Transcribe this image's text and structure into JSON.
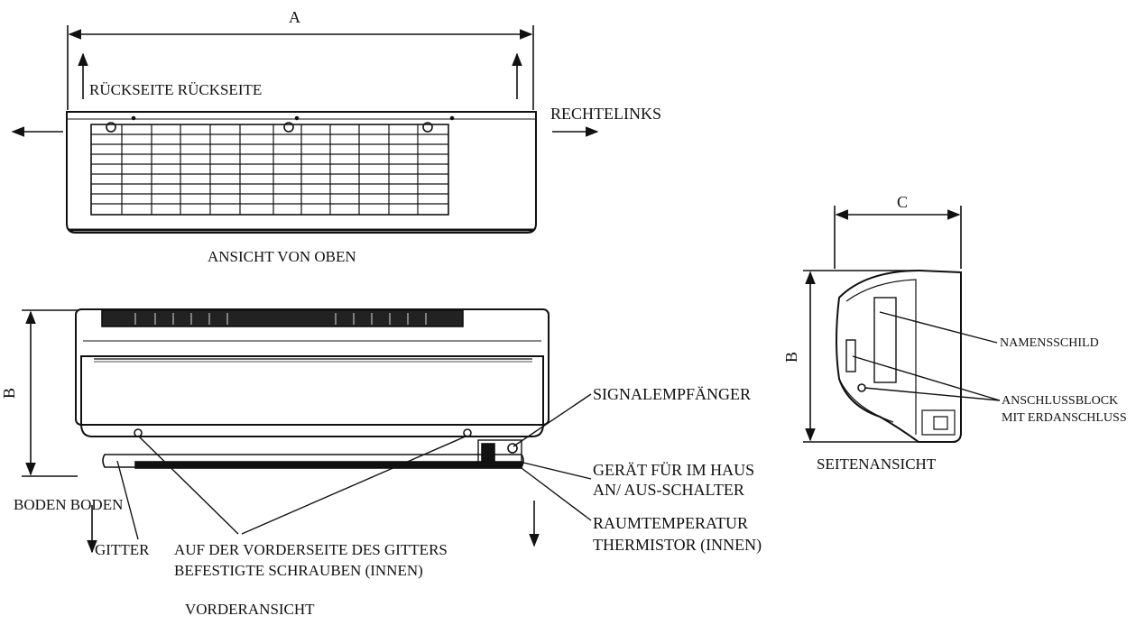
{
  "colors": {
    "line": "#111111",
    "background": "#ffffff"
  },
  "labels": {
    "dim_a": "A",
    "dim_b_front": "B",
    "dim_b_side": "B",
    "dim_c": "C",
    "rueckseite": "RÜCKSEITE RÜCKSEITE",
    "rechtelinks": "RECHTELINKS",
    "ansicht_von_oben": "ANSICHT VON OBEN",
    "signalempfaenger": "SIGNALEMPFÄNGER",
    "geraet_line1": "GERÄT FÜR IM HAUS",
    "geraet_line2": "AN/ AUS-SCHALTER",
    "boden": "BODEN BODEN",
    "raumtemp_line1": "RAUMTEMPERATUR",
    "raumtemp_line2": "THERMISTOR (INNEN)",
    "gitter": "GITTER",
    "schrauben_line1": "AUF DER VORDERSEITE DES GITTERS",
    "schrauben_line2": "BEFESTIGTE SCHRAUBEN (INNEN)",
    "vorderansicht": "VORDERANSICHT",
    "namensschild": "NAMENSSCHILD",
    "anschluss_line1": "ANSCHLUSSBLOCK",
    "anschluss_line2": "MIT ERDANSCHLUSS",
    "seitenansicht": "SEITENANSICHT"
  }
}
